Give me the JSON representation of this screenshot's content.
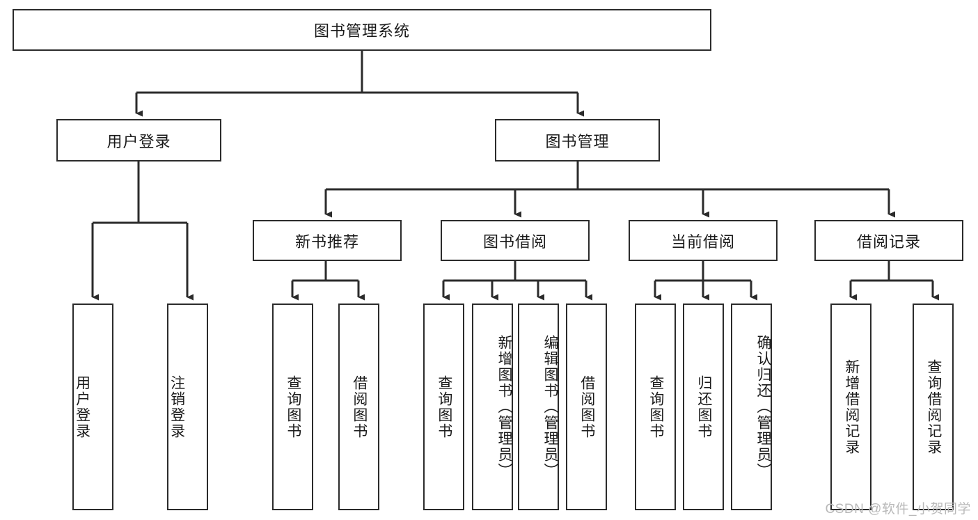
{
  "diagram": {
    "title": "图书管理系统",
    "type": "hierarchy-tree",
    "watermark": "CSDN @软件_小贺同学",
    "colors": {
      "box_border": "#2b2b2b",
      "box_fill": "#ffffff",
      "connector": "#2b2b2b",
      "text": "#1a1a1a",
      "watermark": "#b9b9b9"
    },
    "levels": {
      "root": {
        "label": "图书管理系统"
      },
      "level2": [
        {
          "label": "用户登录"
        },
        {
          "label": "图书管理"
        }
      ],
      "level3": [
        {
          "label": "新书推荐"
        },
        {
          "label": "图书借阅"
        },
        {
          "label": "当前借阅"
        },
        {
          "label": "借阅记录"
        }
      ],
      "leaves": {
        "user_login": [
          {
            "label": "用户登录"
          },
          {
            "label": "注销登录"
          }
        ],
        "new_book_rec": [
          {
            "label": "查询图书"
          },
          {
            "label": "借阅图书"
          }
        ],
        "book_borrow": [
          {
            "label": "查询图书"
          },
          {
            "label": "新增图书（管理员）"
          },
          {
            "label": "编辑图书（管理员）"
          },
          {
            "label": "借阅图书"
          }
        ],
        "current_borrow": [
          {
            "label": "查询图书"
          },
          {
            "label": "归还图书"
          },
          {
            "label": "确认归还（管理员）"
          }
        ],
        "borrow_record": [
          {
            "label": "新增借阅记录"
          },
          {
            "label": "查询借阅记录"
          }
        ]
      }
    }
  }
}
